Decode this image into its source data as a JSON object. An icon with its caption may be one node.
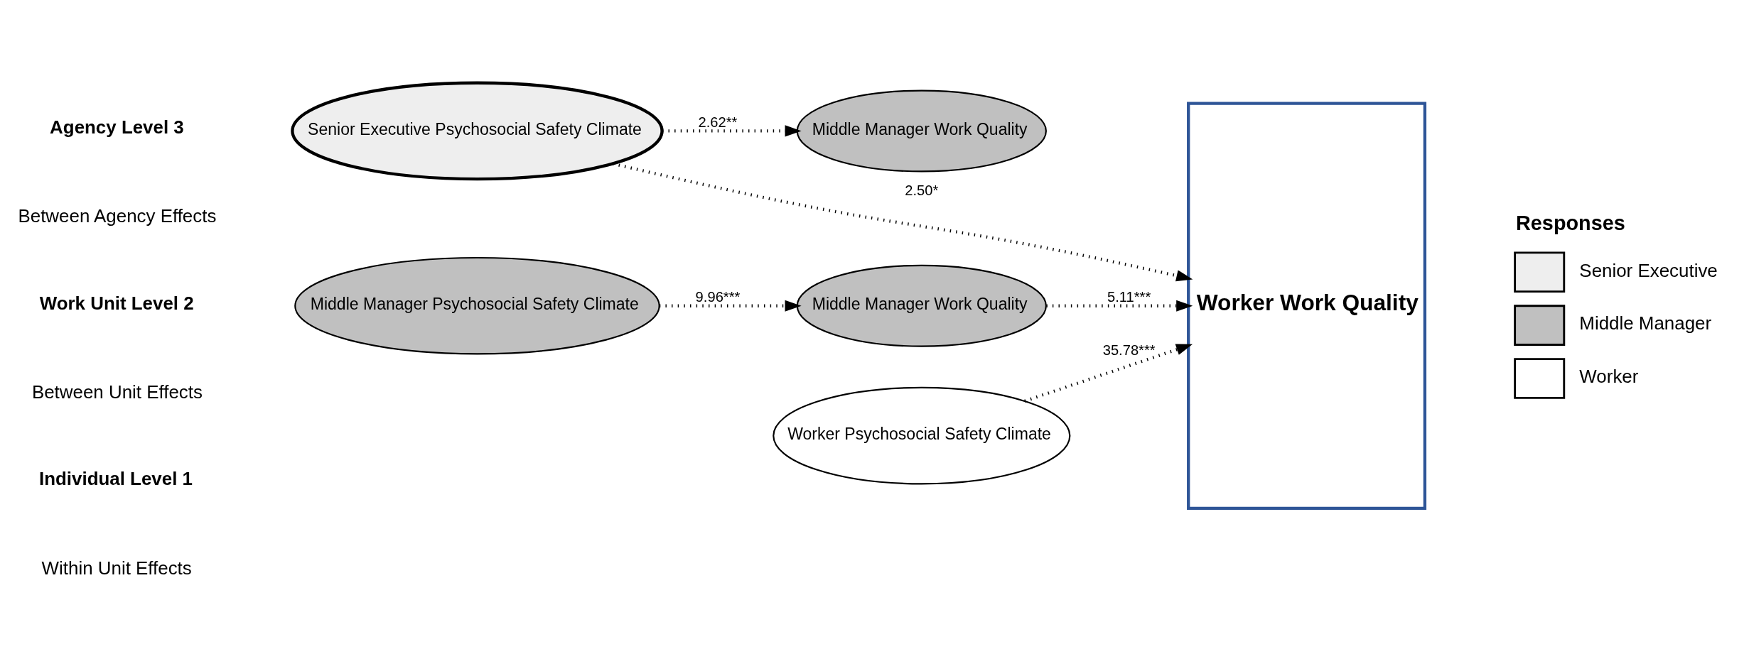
{
  "diagram": {
    "nodes": [
      {
        "text": [
          "Senior Executive Psychosocial Safety Climate"
        ]
      },
      {
        "text": [
          "Middle Manager Work Quality"
        ]
      },
      {
        "text": [
          "Worker Work Quality"
        ]
      },
      {
        "text": [
          "Middle Manager Psychosocial Safety Climate"
        ]
      },
      {
        "text": [
          "Middle Manager Work Quality"
        ]
      },
      {
        "text": [
          "Worker Psychosocial Safety Climate"
        ]
      }
    ],
    "edges": [
      {
        "from": 0,
        "to": 2,
        "arrow": "to",
        "label": "2.50*"
      },
      {
        "from": 0,
        "to": 1,
        "arrow": "to",
        "label": "2.62**"
      },
      {
        "from": 3,
        "to": 4,
        "arrow": "to",
        "label": "9.96***"
      },
      {
        "from": 4,
        "to": 2,
        "arrow": "to",
        "label": "5.11***"
      },
      {
        "from": 5,
        "to": 2,
        "arrow": "to",
        "label": "35.78***"
      }
    ],
    "labels": [
      "Agency Level 3",
      "Between Agency Effects",
      "Work Unit Level 2",
      "Between Unit Effects",
      "Individual Level 1",
      "Within Unit Effects",
      "Responses"
    ],
    "legend": [
      {
        "text": "Senior Executive"
      },
      {
        "text": "Middle Manager",
        "color": "#c0c0c0"
      },
      {
        "text": "Worker",
        "color": "#ffffff"
      }
    ]
  }
}
